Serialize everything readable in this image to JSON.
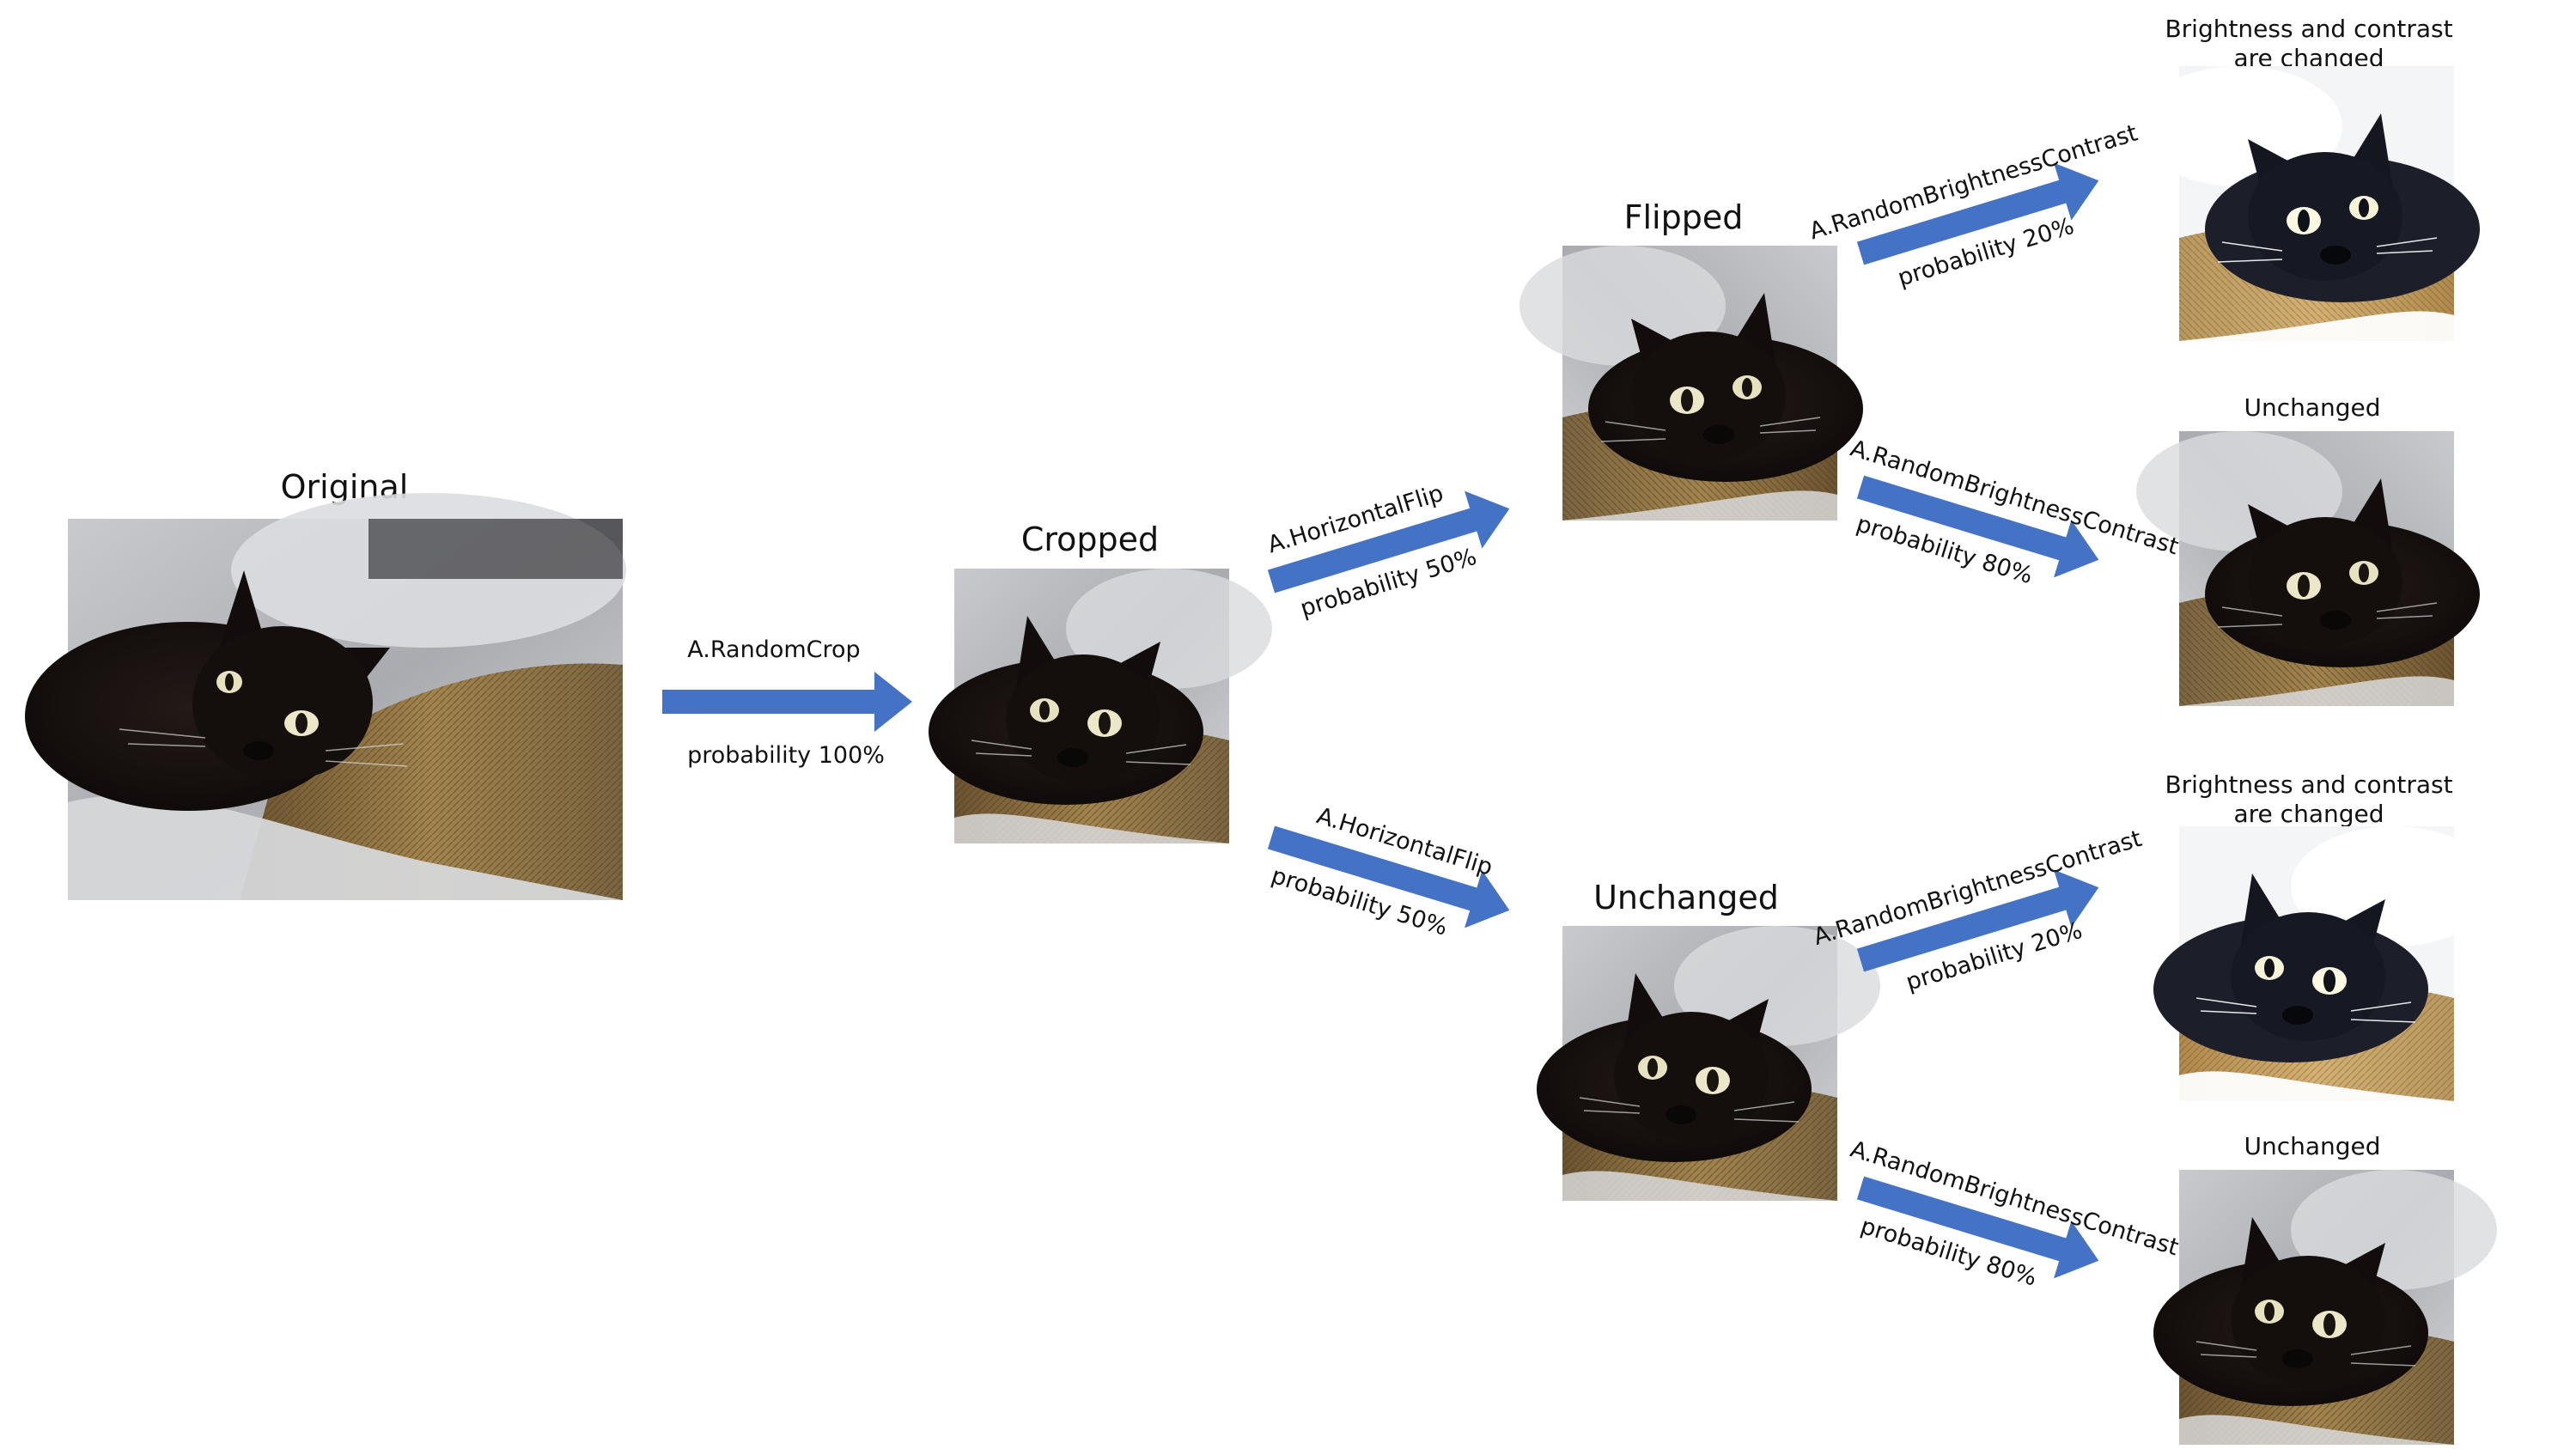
{
  "colors": {
    "arrow": "#4472c4",
    "background": "#ffffff"
  },
  "stages": {
    "original": {
      "title": "Original"
    },
    "cropped": {
      "title": "Cropped"
    },
    "flipped": {
      "title": "Flipped"
    },
    "unchanged_flip": {
      "title": "Unchanged"
    },
    "bc_top": {
      "title_line1": "Brightness and contrast",
      "title_line2": "are changed"
    },
    "unchanged_top": {
      "title": "Unchanged"
    },
    "bc_bottom": {
      "title_line1": "Brightness and contrast",
      "title_line2": "are changed"
    },
    "unchanged_bottom": {
      "title": "Unchanged"
    }
  },
  "arrows": {
    "crop": {
      "name": "A.RandomCrop",
      "probability": "probability 100%"
    },
    "flip_up": {
      "name": "A.HorizontalFlip",
      "probability": "probability 50%"
    },
    "flip_down": {
      "name": "A.HorizontalFlip",
      "probability": "probability 50%"
    },
    "bc_1": {
      "name": "A.RandomBrightnessContrast",
      "probability": "probability 20%"
    },
    "bc_2": {
      "name": "A.RandomBrightnessContrast",
      "probability": "probability 80%"
    },
    "bc_3": {
      "name": "A.RandomBrightnessContrast",
      "probability": "probability 20%"
    },
    "bc_4": {
      "name": "A.RandomBrightnessContrast",
      "probability": "probability 80%"
    }
  }
}
